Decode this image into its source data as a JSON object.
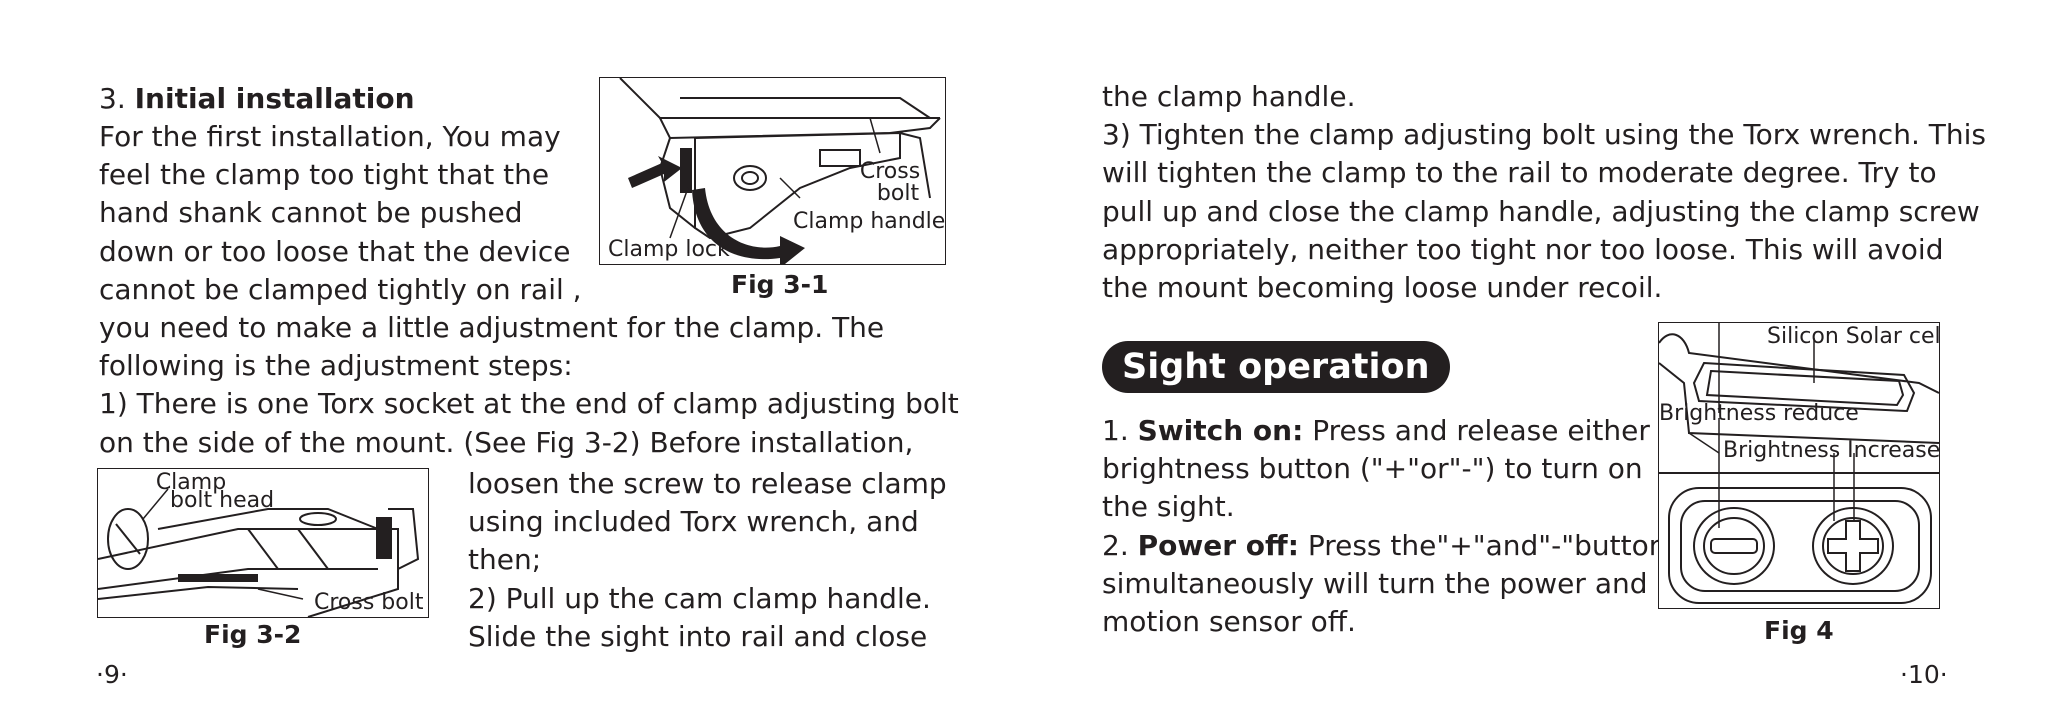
{
  "left_page": {
    "heading_num": "3.",
    "heading_bold": "Initial installation",
    "para1_lines": [
      "For the first installation, You may",
      "feel the clamp too tight that the",
      "hand shank cannot be pushed",
      "down or too loose that the device",
      "cannot be clamped tightly on rail ,"
    ],
    "para2_lines": [
      "you need to make a little adjustment for the clamp. The",
      "following is the adjustment steps:",
      "1) There is one Torx socket at the end of clamp adjusting bolt",
      "on the side of the mount. (See Fig 3-2) Before installation,"
    ],
    "para3_lines": [
      "loosen the screw to release clamp",
      "using included Torx wrench, and",
      "then;",
      "2)  Pull up the cam clamp handle.",
      "Slide the sight into rail and close"
    ],
    "fig31": {
      "caption": "Fig  3-1",
      "label_cross": "Cross",
      "label_bolt": "bolt",
      "label_handle": "Clamp handle",
      "label_lock": "Clamp lock"
    },
    "fig32": {
      "caption": "Fig  3-2",
      "label_clamp": "Clamp",
      "label_bolthead": "bolt head",
      "label_cross": "Cross bolt"
    },
    "page_number": "·9·"
  },
  "right_page": {
    "para_lines": [
      "the clamp handle.",
      "3)  Tighten the clamp adjusting bolt using the Torx wrench. This",
      "will tighten the clamp to the rail to moderate degree. Try to",
      "pull up and close the clamp handle, adjusting the clamp screw",
      "appropriately, neither too tight nor too loose.  This will avoid",
      "the mount becoming loose under recoil."
    ],
    "section_title": "Sight operation",
    "item1_num": "1.",
    "item1_bold": "Switch on:",
    "item1_line1_rest": " Press and release either",
    "item1_lines_more": [
      "brightness button (\"+\"or\"-\") to turn on",
      "the sight."
    ],
    "item2_num": "2.",
    "item2_bold": "Power off:",
    "item2_line1_rest": " Press the\"+\"and\"-\"buttons",
    "item2_lines_more": [
      "simultaneously will turn the power and",
      "motion sensor off."
    ],
    "fig4": {
      "caption": "Fig 4",
      "label_solar": "Silicon Solar cell",
      "label_reduce": "Brightness reduce",
      "label_increase": "Brightness Increase"
    },
    "page_number": "·10·"
  }
}
